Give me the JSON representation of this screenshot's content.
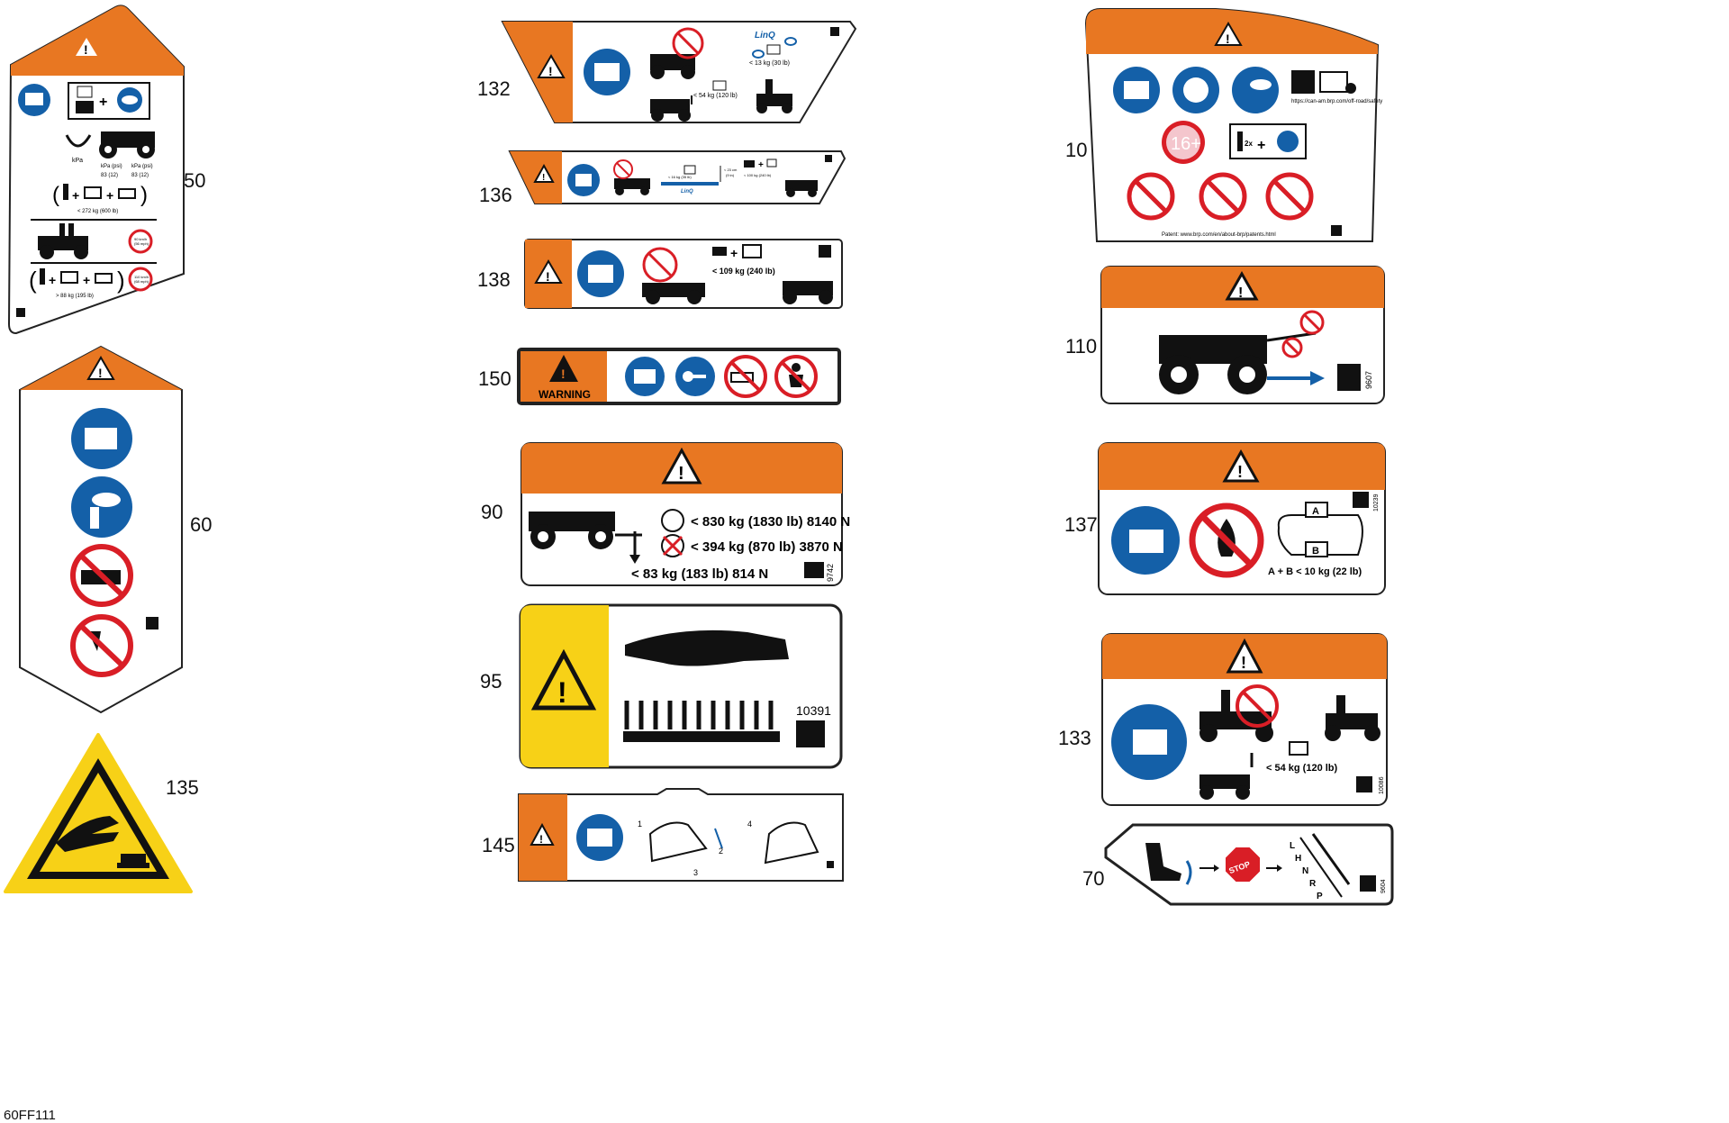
{
  "diagram_code": "60FF111",
  "colors": {
    "orange": "#E87722",
    "blue": "#1460A8",
    "red": "#D91E26",
    "yellow": "#F7D117",
    "black": "#111111"
  },
  "labels": {
    "l50": {
      "number": "50",
      "tire_unit_icon": "kPa",
      "tire_front": "kPa (psi)",
      "tire_rear": "kPa (psi)",
      "pressure_front": "83 (12)",
      "pressure_rear": "83 (12)",
      "max_load": "< 272 kg (600 lb)",
      "speed1_a": "90 km/h",
      "speed1_b": "(56 mph)",
      "speed2_a": "110 km/h",
      "speed2_b": "(68 mph)",
      "min_passenger": "> 88 kg (195 lb)"
    },
    "l60": {
      "number": "60"
    },
    "l135": {
      "number": "135"
    },
    "l132": {
      "number": "132",
      "brand": "LinQ",
      "linq_load": "< 13 kg (30 lb)",
      "rack_load": "< 54 kg (120 lb)"
    },
    "l136": {
      "number": "136",
      "linq_load": "< 16 kg (35 lb)",
      "brand": "LinQ",
      "height_a": "< 23 cm",
      "height_b": "(9 in)",
      "hitch_load": "< 100 kg (240 lb)"
    },
    "l138": {
      "number": "138",
      "rear_load": "< 109 kg (240 lb)"
    },
    "l150": {
      "number": "150",
      "warning_word": "WARNING"
    },
    "l90": {
      "number": "90",
      "line1": "< 830 kg (1830 lb) 8140 N",
      "line2": "< 394 kg (870 lb) 3870 N",
      "line3": "< 83 kg (183 lb) 814 N",
      "code": "9742"
    },
    "l95": {
      "number": "95",
      "code": "10391"
    },
    "l145": {
      "number": "145",
      "step1": "1",
      "step2": "2",
      "step3": "3",
      "step4": "4"
    },
    "l10": {
      "number": "10",
      "url": "https://can-am.brp.com/off-road/safety",
      "age": "16+",
      "patent": "Patent: www.brp.com/en/about-brp/patents.html",
      "people": "2x"
    },
    "l110": {
      "number": "110",
      "code": "9607"
    },
    "l137": {
      "number": "137",
      "box_a": "A",
      "box_b": "B",
      "limit": "A + B < 10 kg (22 lb)",
      "code": "10239"
    },
    "l133": {
      "number": "133",
      "load": "< 54 kg (120 lb)",
      "code": "10086"
    },
    "l70": {
      "number": "70",
      "stop": "STOP",
      "gears": [
        "L",
        "H",
        "N",
        "R",
        "P"
      ],
      "code": "9604"
    }
  }
}
